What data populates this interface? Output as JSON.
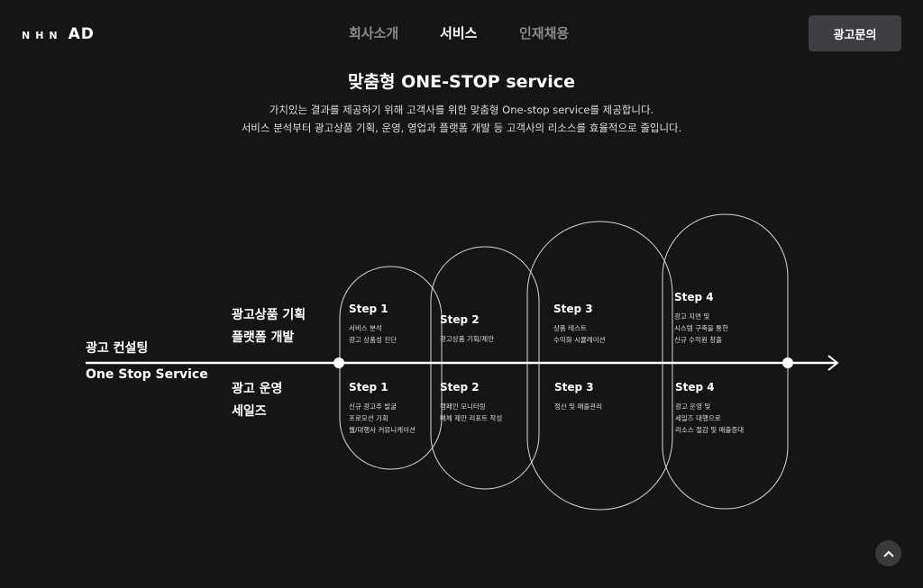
{
  "header": {
    "logo_small": "NHN",
    "logo_big": "AD",
    "nav": [
      "회사소개",
      "서비스",
      "인재채용"
    ],
    "cta": "광고문의"
  },
  "hero": {
    "title": "맞춤형 ONE-STOP service",
    "lines": [
      "가치있는 결과를 제공하기 위해 고객사를 위한 맞춤형 One-stop service를 제공합니다.",
      "서비스 분석부터 광고상품 기획, 운영, 영업과 플랫폼 개발 등 고객사의 리소스를 효율적으로 줄입니다."
    ]
  },
  "labels": {
    "left1": "광고 컨설팅",
    "left2": "One Stop Service",
    "top1": "광고상품 기획",
    "top2": "플랫폼 개발",
    "bottom1": "광고 운영",
    "bottom2": "세일즈"
  },
  "top_steps": [
    {
      "title": "Step 1",
      "lines": [
        "서비스 분석",
        "광고 상품성 진단"
      ]
    },
    {
      "title": "Step 2",
      "lines": [
        "광고상품 기획/제안"
      ]
    },
    {
      "title": "Step 3",
      "lines": [
        "상품 테스트",
        "수익화 시뮬레이션"
      ]
    },
    {
      "title": "Step 4",
      "lines": [
        "광고 지면 및",
        "시스템 구축을 통한",
        "신규 수익원 창출"
      ]
    }
  ],
  "bottom_steps": [
    {
      "title": "Step 1",
      "lines": [
        "신규 광고주 발굴",
        "프로모션 기획",
        "웹/대행사 커뮤니케이션"
      ]
    },
    {
      "title": "Step 2",
      "lines": [
        "캠페인 모니터링",
        "매체 제안 리포트 작성"
      ]
    },
    {
      "title": "Step 3",
      "lines": [
        "정산 및 매출관리"
      ]
    },
    {
      "title": "Step 4",
      "lines": [
        "광고 운영 및",
        "세일즈 대행으로",
        "리소스 절감 및 매출증대"
      ]
    }
  ]
}
